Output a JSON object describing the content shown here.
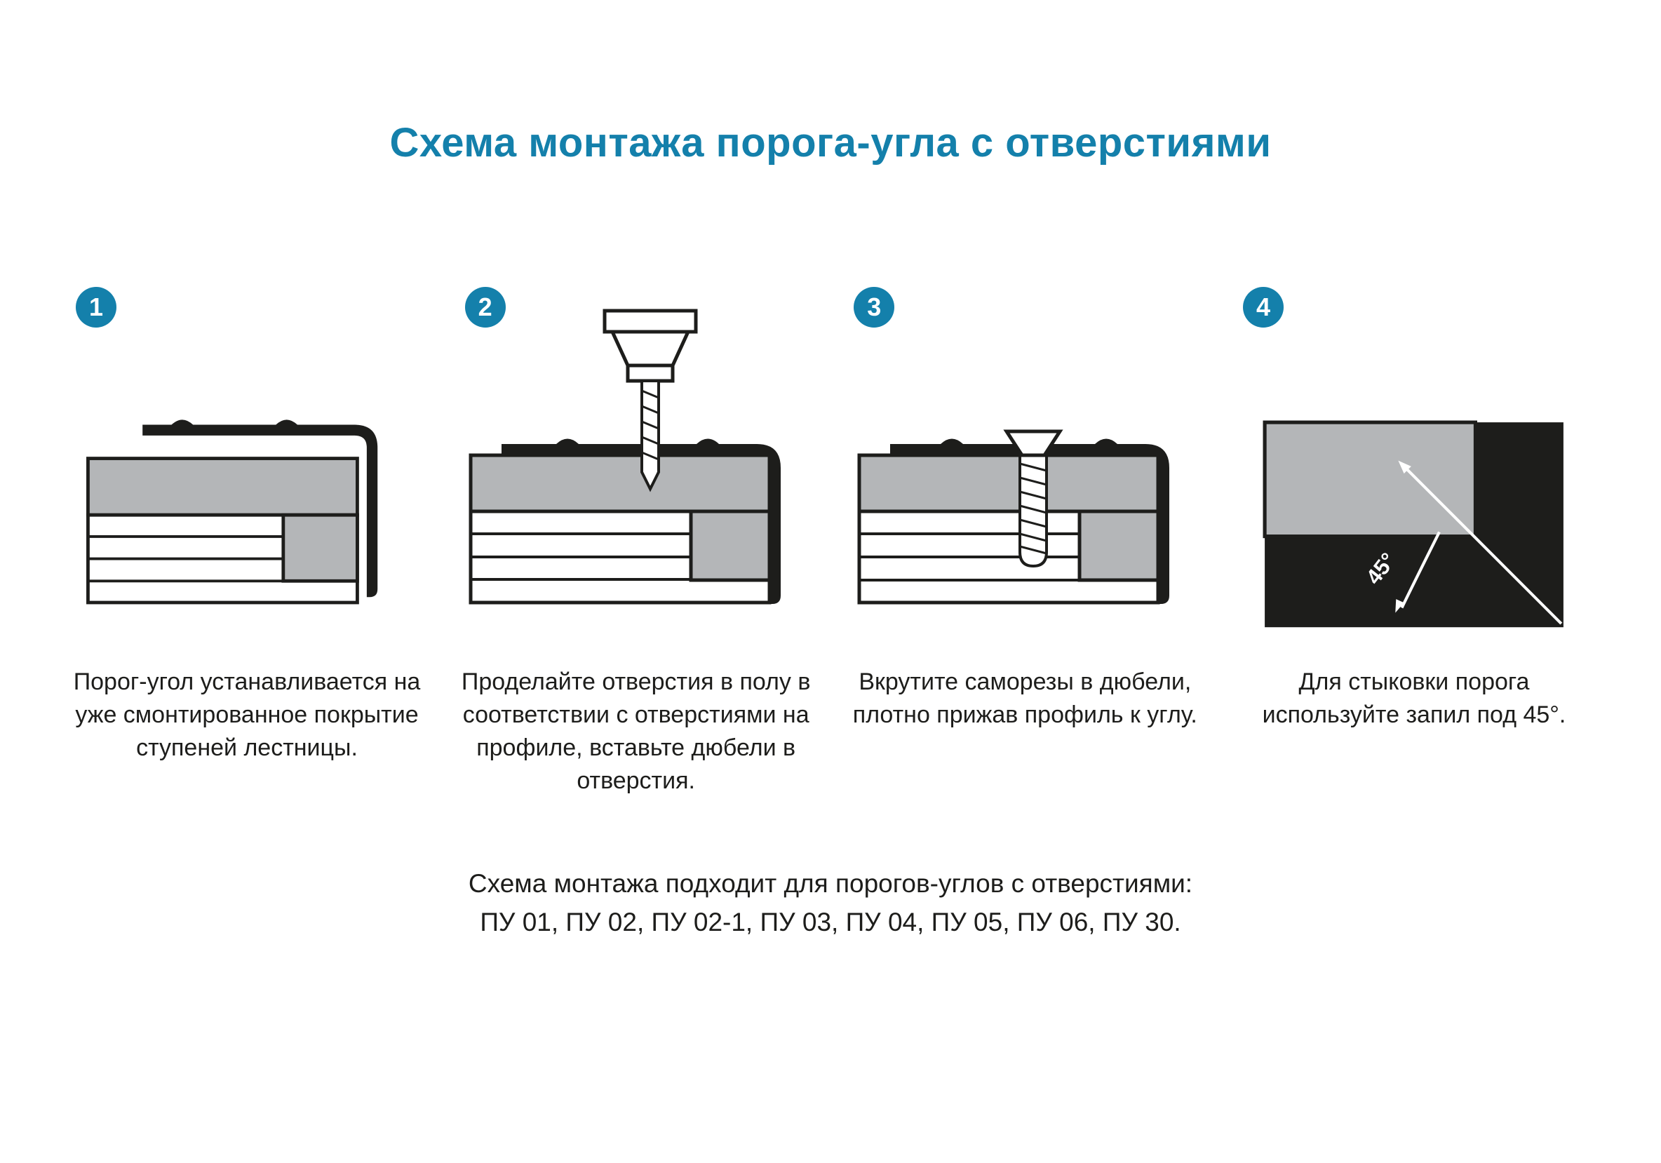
{
  "title": "Схема монтажа порога-угла с отверстиями",
  "colors": {
    "accent": "#1480ab",
    "gray": "#b4b6b8",
    "ink": "#1d1d1b"
  },
  "steps": [
    {
      "number": "1",
      "caption": "Порог-угол устанавливается на уже смонтированное покрытие ступеней лестницы."
    },
    {
      "number": "2",
      "caption": "Проделайте отверстия в полу в соответствии с отверстиями на профиле, вставьте дюбели в отверстия."
    },
    {
      "number": "3",
      "caption": "Вкрутите саморезы в дюбели, плотно прижав профиль к углу."
    },
    {
      "number": "4",
      "caption": "Для стыковки порога используйте запил под 45°.",
      "angle_label": "45°"
    }
  ],
  "footer": {
    "line1": "Схема монтажа подходит для порогов-углов с отверстиями:",
    "line2": "ПУ 01, ПУ 02, ПУ 02-1, ПУ 03, ПУ 04, ПУ 05, ПУ 06, ПУ 30."
  }
}
